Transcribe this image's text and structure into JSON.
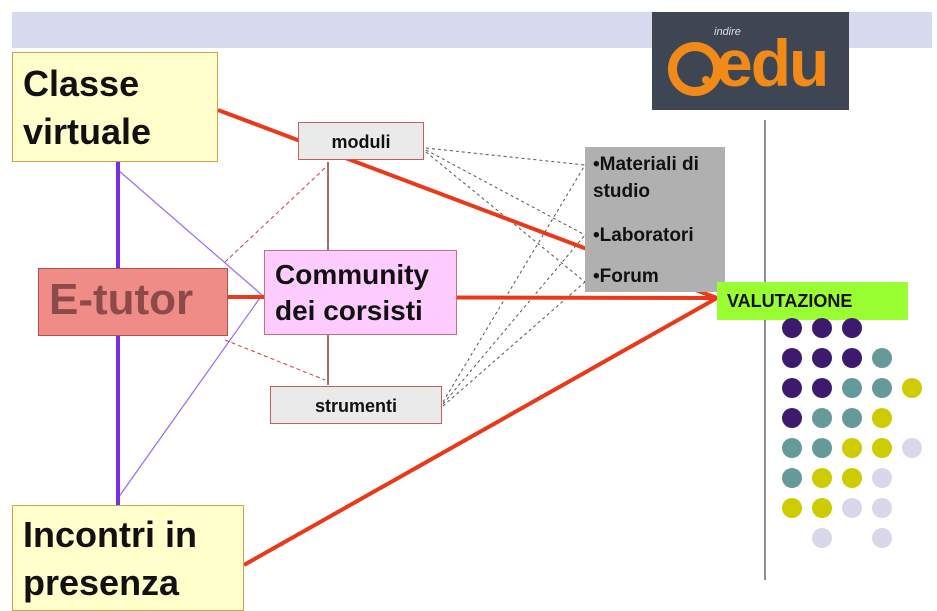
{
  "logo": {
    "small_text": "indire",
    "main_text": "edu"
  },
  "nodes": {
    "classe_virtuale": [
      "Classe",
      "virtuale"
    ],
    "e_tutor": "E-tutor",
    "community": [
      "Community",
      "dei corsisti"
    ],
    "incontri": [
      "Incontri in",
      "presenza"
    ],
    "moduli": "moduli",
    "strumenti": "strumenti",
    "materiali": [
      "•Materiali di",
      "studio",
      "•Laboratori",
      "•Forum"
    ],
    "valutazione": "VALUTAZIONE"
  },
  "colors": {
    "dark_purple": "#3d1a6e",
    "teal": "#669999",
    "olive_yellow": "#cccc00",
    "lavender": "#d8d8ea",
    "red_line": "#e83a1a",
    "purple_line": "#7a2ee0"
  }
}
